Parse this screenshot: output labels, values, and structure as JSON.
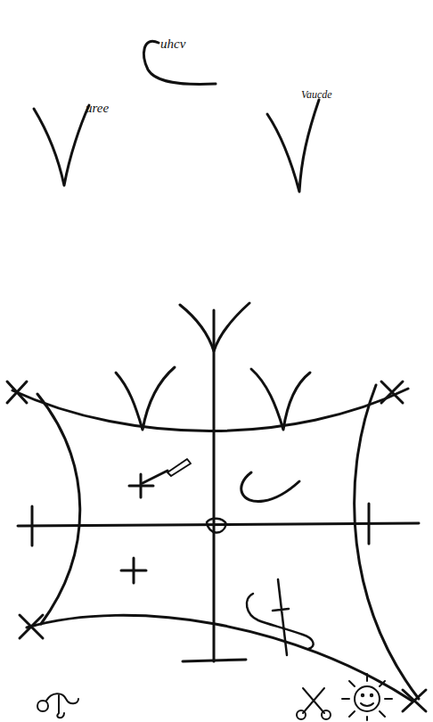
{
  "diagram": {
    "labels": [
      "uhcv",
      "uree",
      "Vaucde"
    ]
  }
}
